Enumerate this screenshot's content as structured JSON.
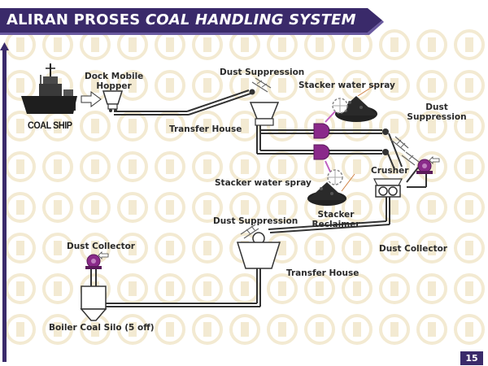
{
  "title": {
    "prefix": "ALIRAN PROSES",
    "emphasis": "COAL HANDLING SYSTEM"
  },
  "labels": {
    "coal_ship": "COAL SHIP",
    "dock_mobile_hopper_line1": "Dock Mobile",
    "dock_mobile_hopper_line2": "Hopper",
    "dust_suppression_top": "Dust Suppression",
    "transfer_house_top": "Transfer House",
    "stacker_water_spray_top": "Stacker water spray",
    "dust_suppression_right_line1": "Dust",
    "dust_suppression_right_line2": "Suppression",
    "crusher": "Crusher",
    "stacker_water_spray_mid": "Stacker water spray",
    "stacker_reclaimer_line1": "Stacker",
    "stacker_reclaimer_line2": "Reclaimer",
    "dust_suppression_mid": "Dust Suppression",
    "dust_collector_right": "Dust Collector",
    "dust_collector_left": "Dust Collector",
    "transfer_house_bottom": "Transfer House",
    "boiler_coal_silo": "Boiler Coal Silo (5 off)"
  },
  "page_number": "15",
  "colors": {
    "title_bar": "#3a2a6a",
    "accent_purple": "#8a2a8a",
    "conveyor": "#333333",
    "watermark": "#f3ead2"
  }
}
